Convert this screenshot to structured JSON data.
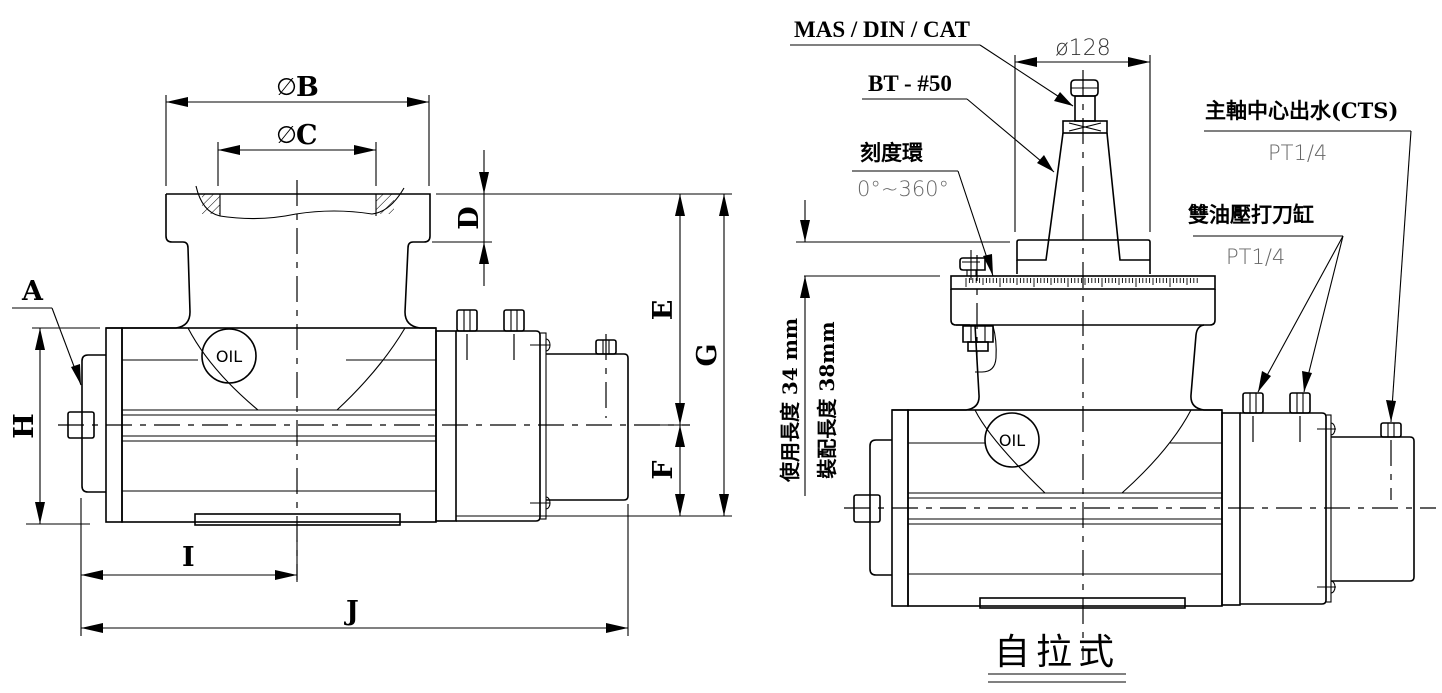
{
  "left_view": {
    "dimensions": {
      "A": "A",
      "B": "B",
      "C": "C",
      "D": "D",
      "E": "E",
      "F": "F",
      "G": "G",
      "H": "H",
      "I": "I",
      "J": "J"
    },
    "diameter_symbol": "∅",
    "oil_label": "OIL"
  },
  "right_view": {
    "title": "自拉式",
    "oil_label": "OIL",
    "callouts": {
      "taper_standard": "MAS / DIN / CAT",
      "taper_spec": "BT - #50",
      "diameter_value": "ø128",
      "graduation_ring": "刻度環",
      "graduation_range": "0°~360°",
      "cts_label": "主軸中心出水(CTS)",
      "cts_thread": "PT1/4",
      "hydraulic_label": "雙油壓打刀缸",
      "hydraulic_thread": "PT1/4"
    },
    "lengths": {
      "usage_length": "使用長度 34 mm",
      "assembly_length": "裝配長度 38mm"
    }
  }
}
